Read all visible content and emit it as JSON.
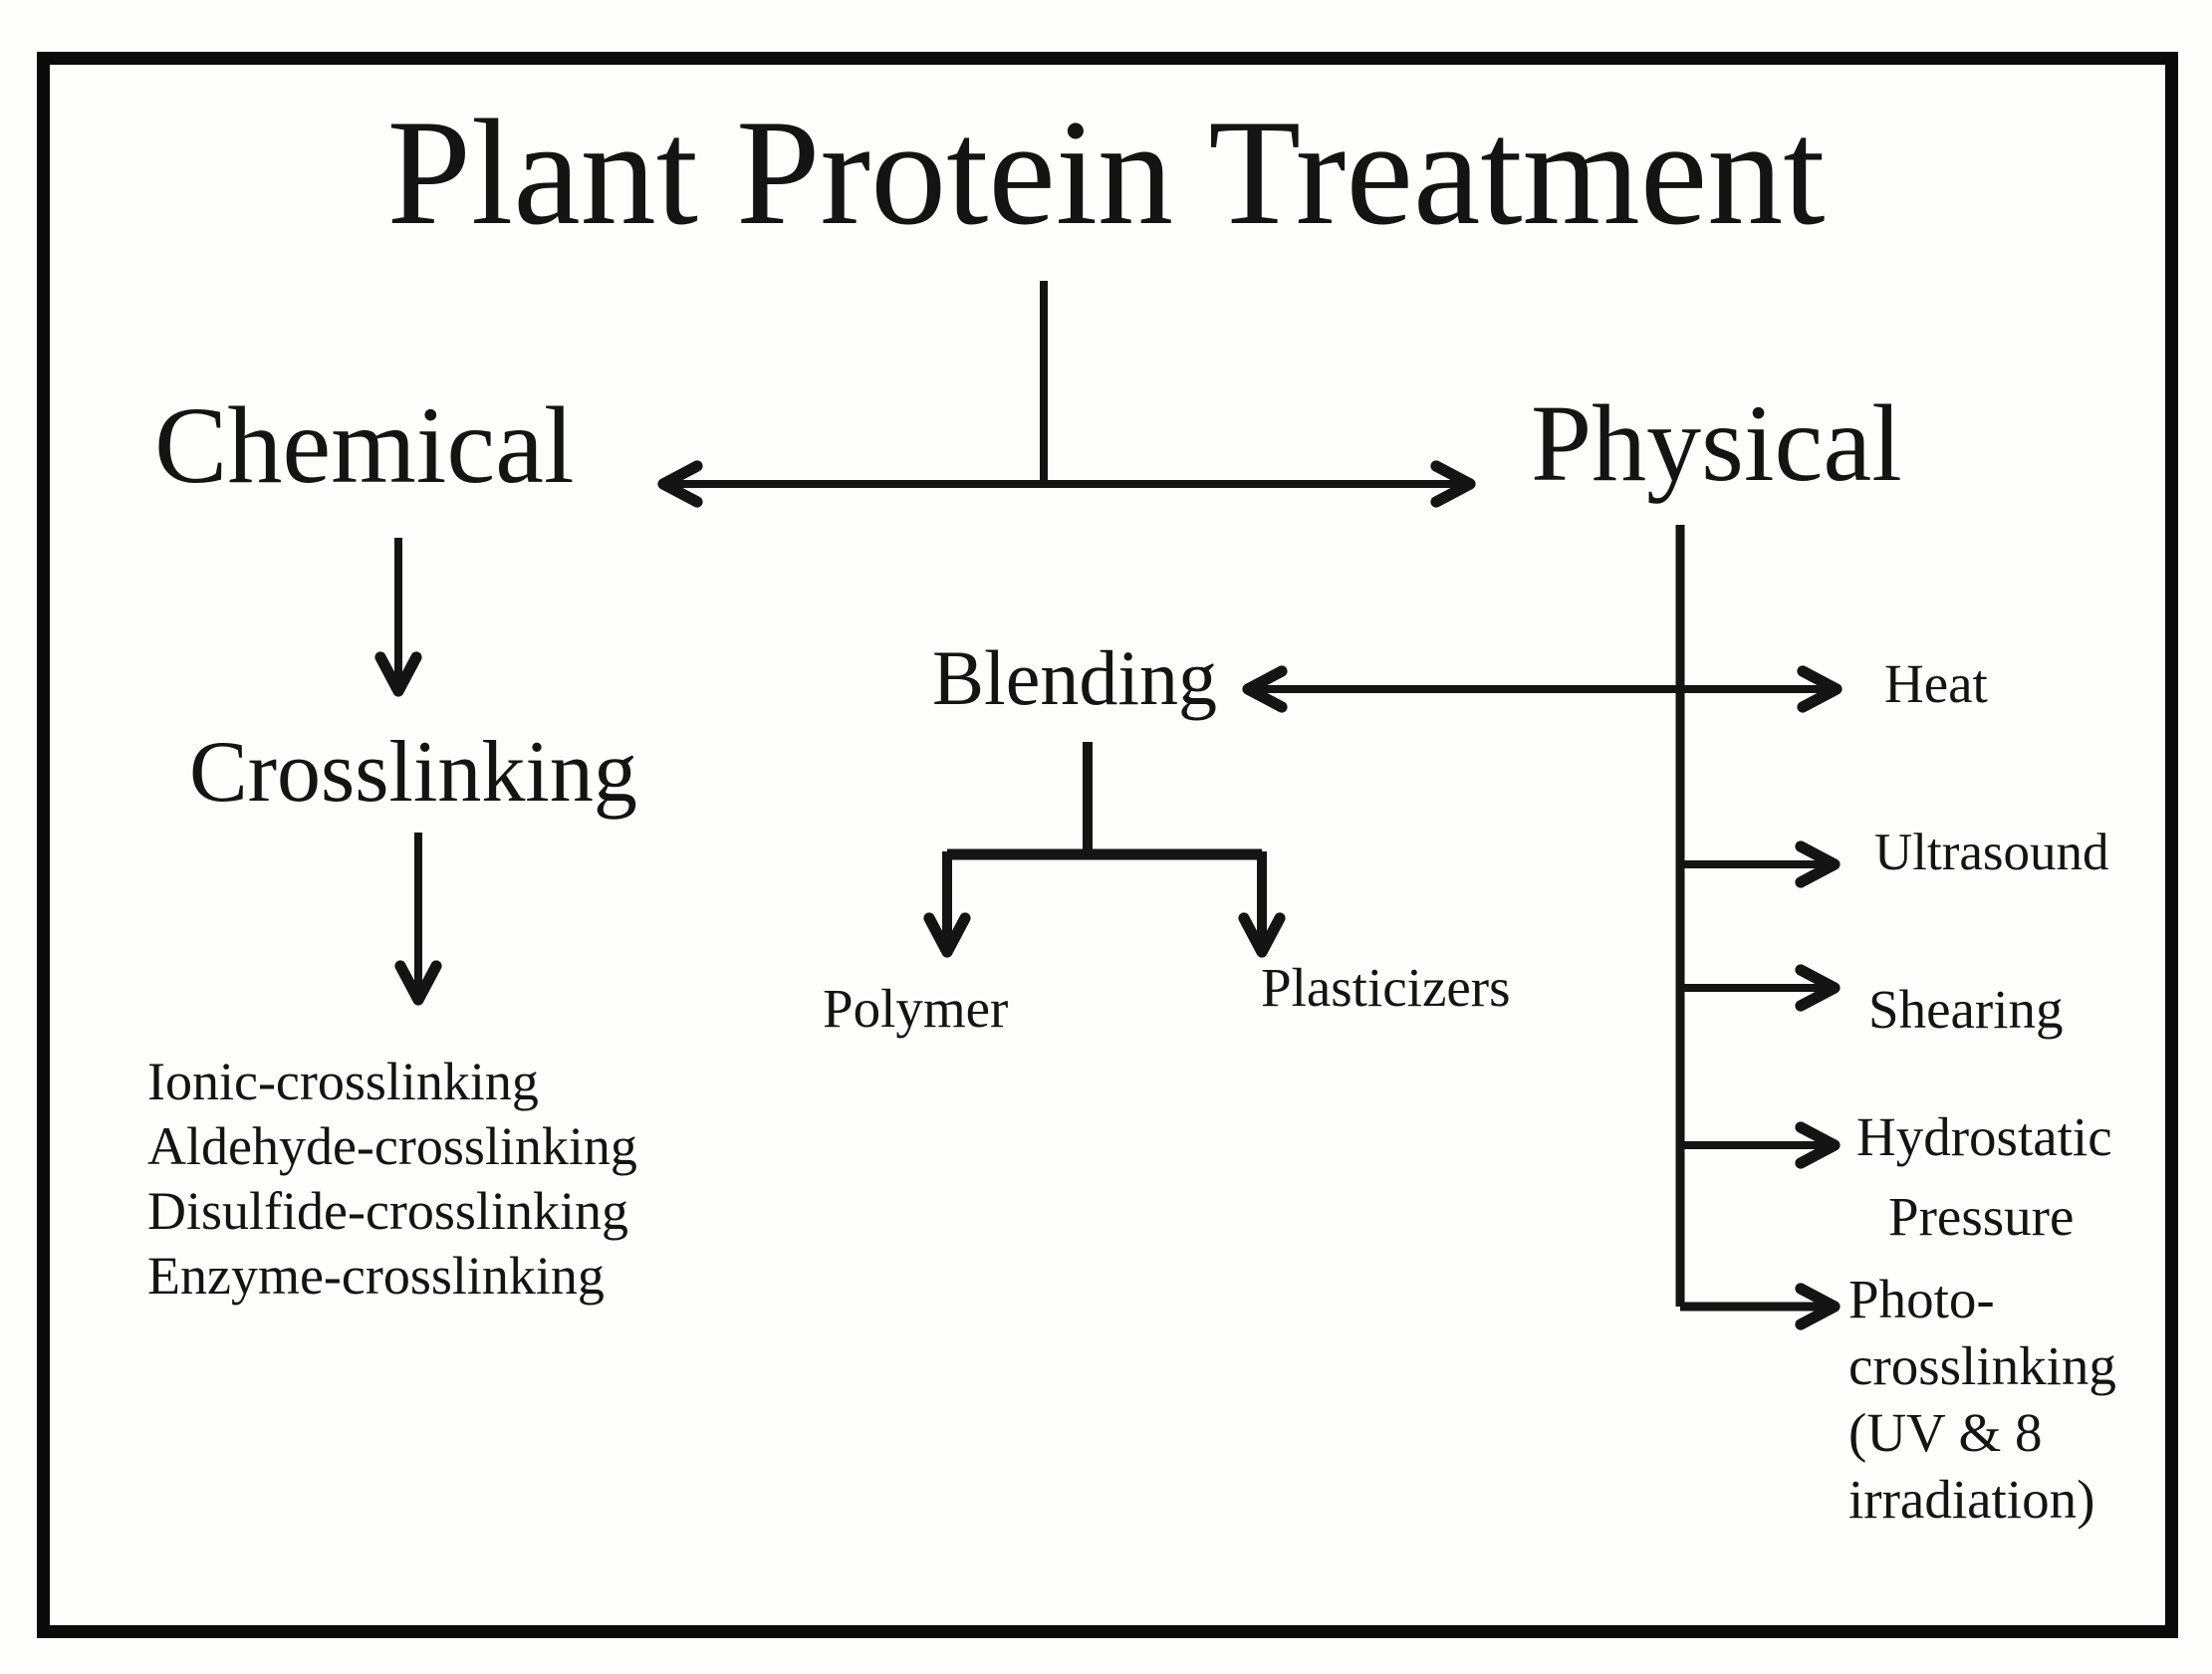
{
  "palette": {
    "background": "#fdfdfb",
    "border": "#0a0a0a",
    "line": "#141414",
    "text": "#141414"
  },
  "diagram": {
    "title": "Plant Protein Treatment",
    "chemical": {
      "label": "Chemical",
      "subcategory": "Crosslinking",
      "methods": [
        "Ionic-crosslinking",
        "Aldehyde-crosslinking",
        "Disulfide-crosslinking",
        "Enzyme-crosslinking"
      ]
    },
    "physical": {
      "label": "Physical",
      "methods": {
        "heat": "Heat",
        "ultrasound": "Ultrasound",
        "shearing": "Shearing",
        "hydrostatic_line1": "Hydrostatic",
        "hydrostatic_line2": "Pressure",
        "photo_line1": "Photo-",
        "photo_line2": "crosslinking",
        "photo_line3": "(UV & 8",
        "photo_line4": "irradiation)"
      }
    },
    "blending": {
      "label": "Blending",
      "components": {
        "polymer": "Polymer",
        "plasticizers": "Plasticizers"
      }
    }
  }
}
